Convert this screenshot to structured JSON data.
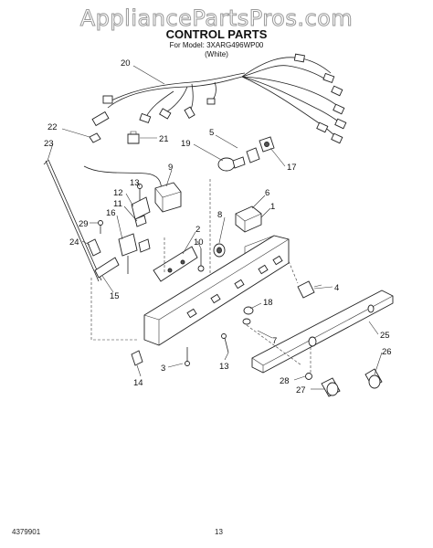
{
  "watermark": "AppliancePartsPros.com",
  "title": "CONTROL PARTS",
  "model_line": "For Model: 3XARG496WP00",
  "color_line": "(White)",
  "footer": {
    "doc_number": "4379901",
    "page_number": "13"
  },
  "callouts": {
    "c1": "1",
    "c2": "2",
    "c3": "3",
    "c4": "4",
    "c5": "5",
    "c6": "6",
    "c7": "7",
    "c8": "8",
    "c9": "9",
    "c10": "10",
    "c11": "11",
    "c12": "12",
    "c13a": "13",
    "c13b": "13",
    "c14": "14",
    "c15": "15",
    "c16": "16",
    "c17": "17",
    "c18": "18",
    "c19": "19",
    "c20": "20",
    "c21": "21",
    "c22": "22",
    "c23": "23",
    "c24": "24",
    "c25": "25",
    "c26": "26",
    "c27": "27",
    "c28": "28",
    "c29": "29"
  }
}
